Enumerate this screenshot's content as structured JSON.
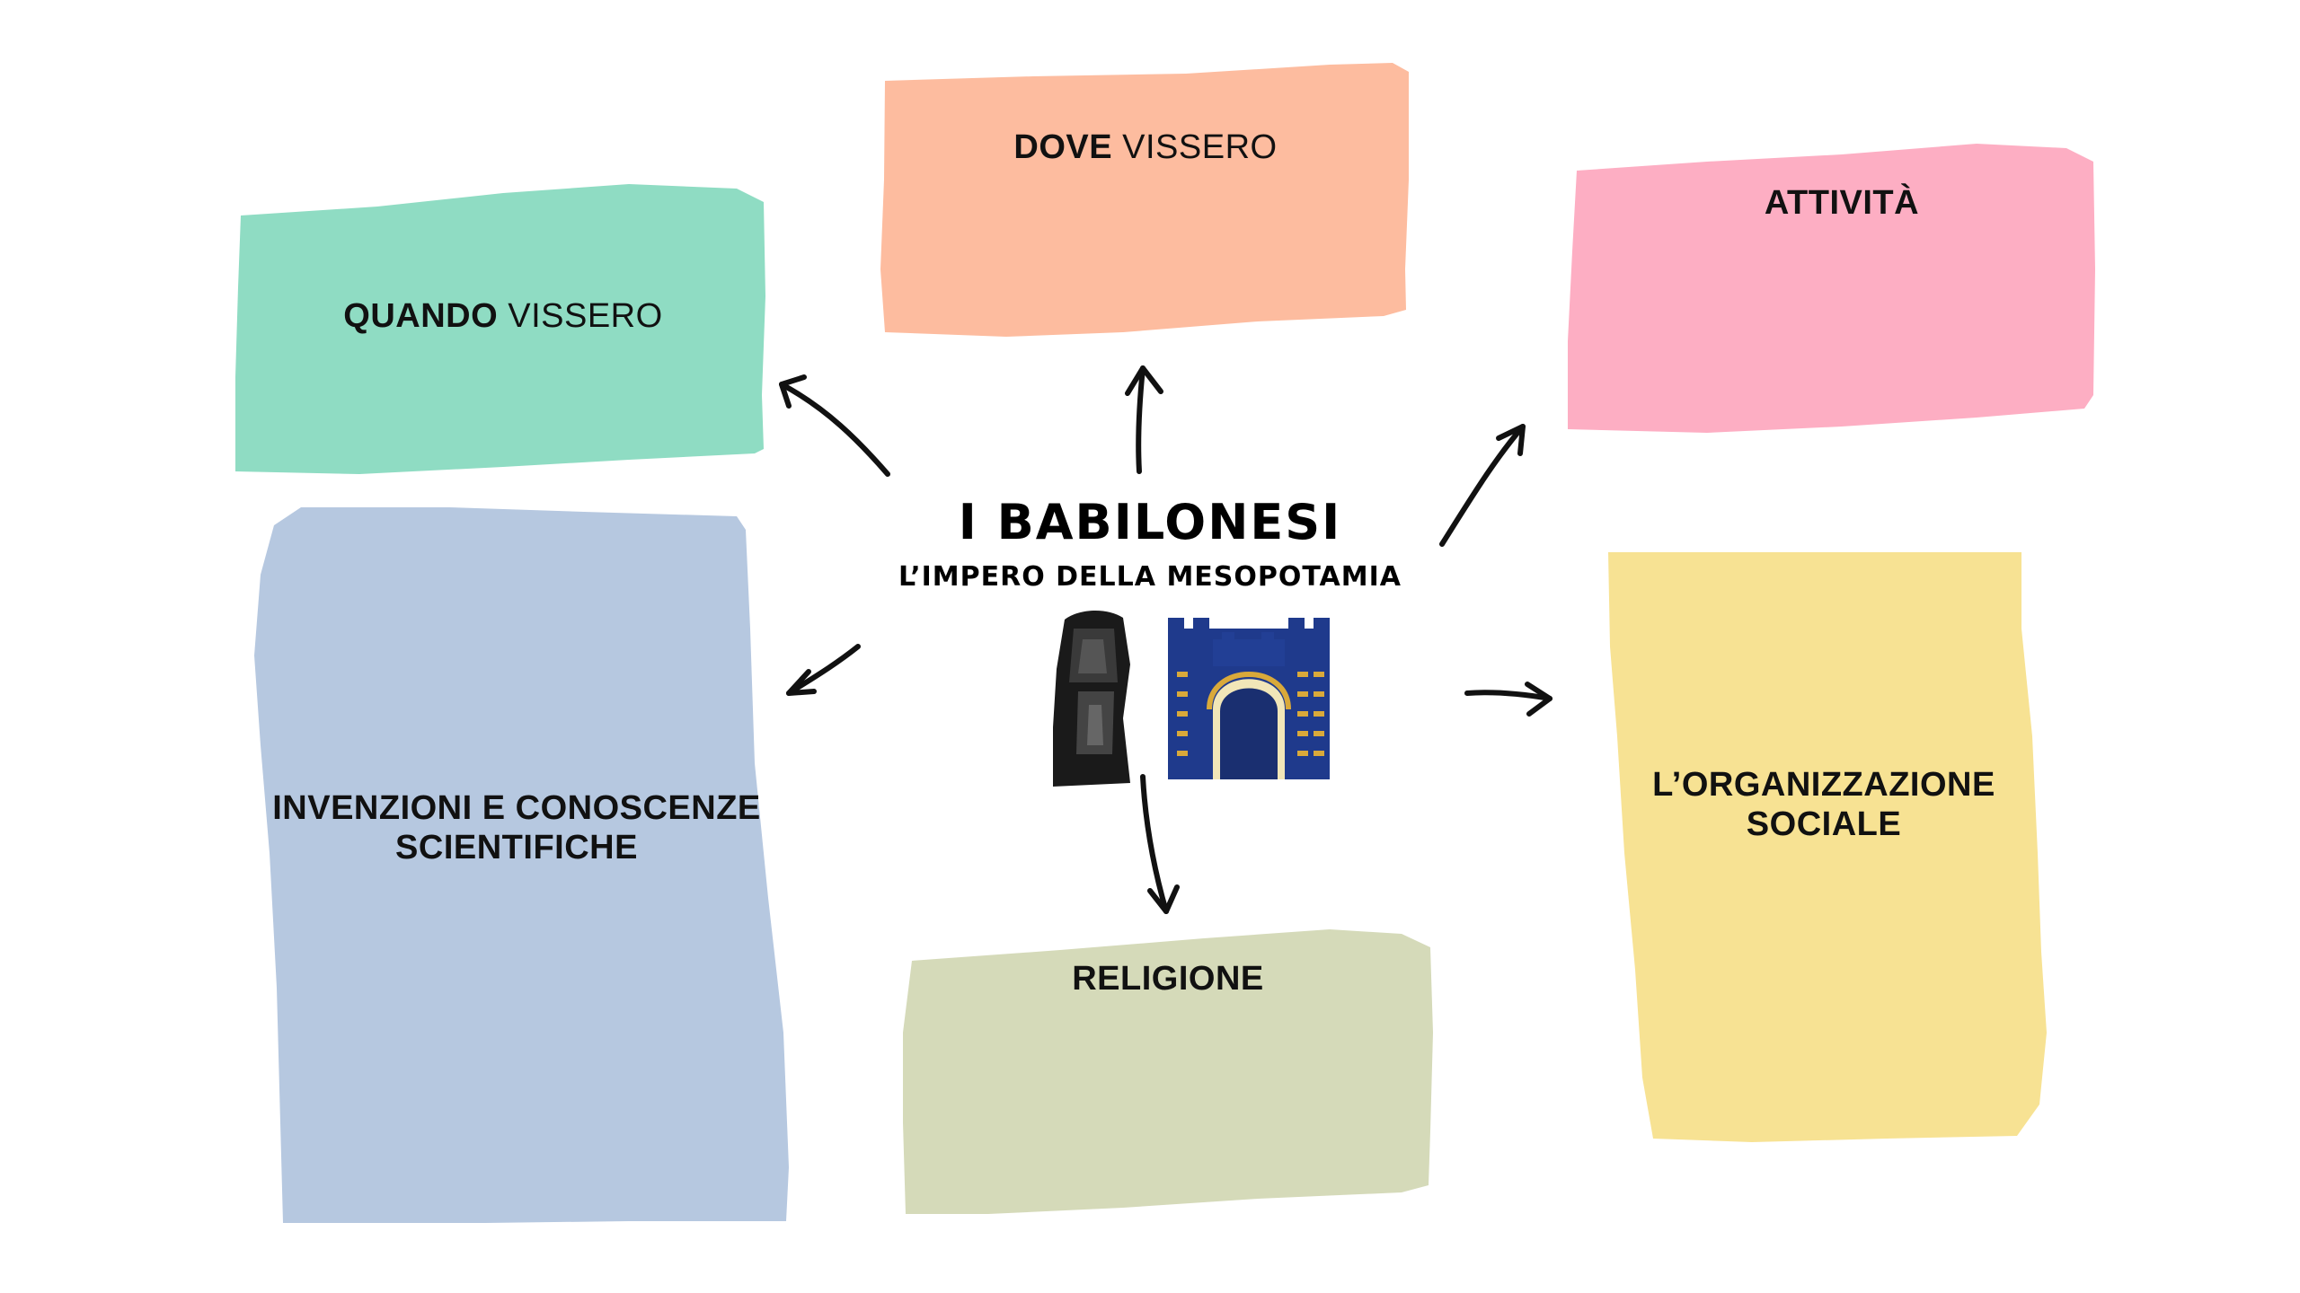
{
  "center": {
    "title": "I BABILONESI",
    "subtitle": "L’IMPERO DELLA MESOPOTAMIA"
  },
  "boxes": {
    "quando": {
      "bold": "QUANDO",
      "rest": " VISSERO",
      "color": "#8fdcc3"
    },
    "dove": {
      "bold": "DOVE",
      "rest": " VISSERO",
      "color": "#fdbc9f"
    },
    "attivita": {
      "label": "ATTIVITÀ",
      "color": "#fdaec3"
    },
    "invenzioni": {
      "line1": "INVENZIONI E CONOSCENZE",
      "line2": "SCIENTIFICHE",
      "color": "#b6c8e0"
    },
    "organizzazione": {
      "line1": "L’ORGANIZZAZIONE",
      "line2": "SOCIALE",
      "color": "#f7e293"
    },
    "religione": {
      "label": "RELIGIONE",
      "color": "#d5dab9"
    }
  },
  "images": {
    "stele": "stele-icon",
    "gate": "ishtar-gate-icon"
  }
}
